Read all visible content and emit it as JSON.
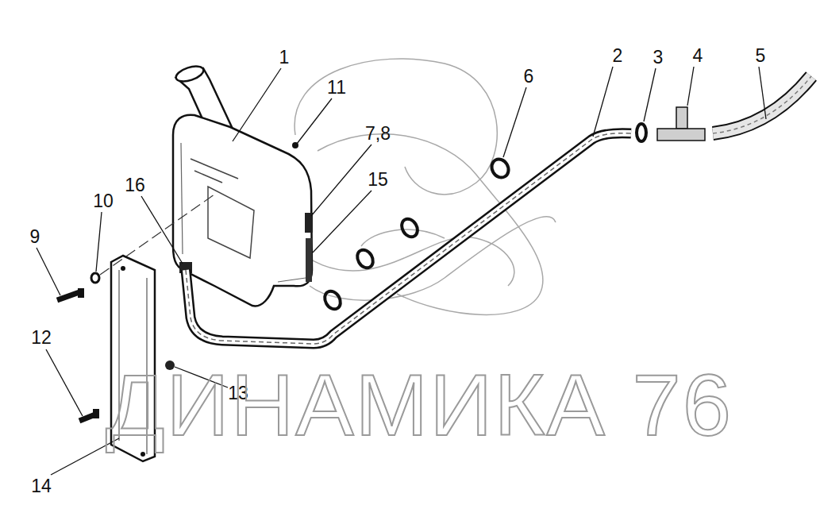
{
  "diagram": {
    "labels": [
      "1",
      "2",
      "3",
      "4",
      "5",
      "6",
      "11",
      "7,8",
      "15",
      "16",
      "10",
      "9",
      "12",
      "13",
      "14",
      "ДИНАМИКА 76"
    ]
  }
}
